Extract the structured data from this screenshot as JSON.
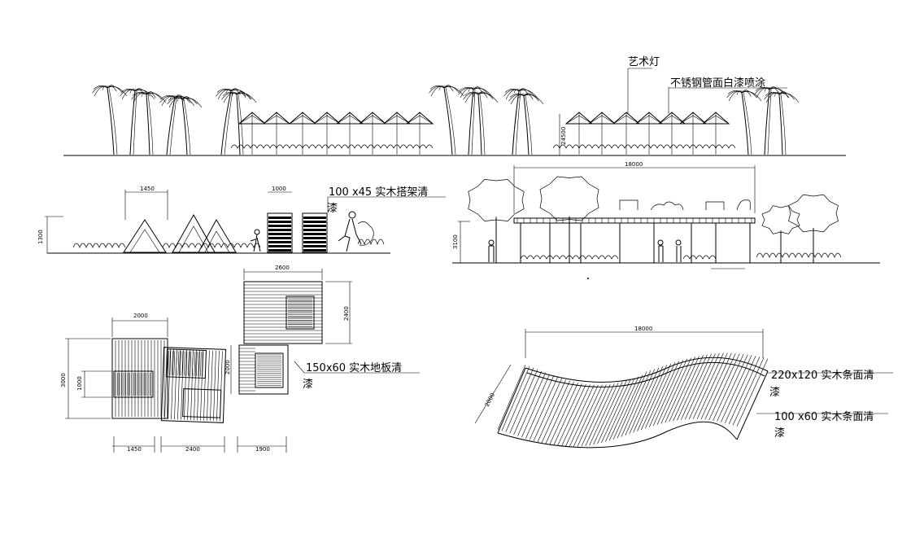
{
  "annotations": {
    "art_lamp": "艺术灯",
    "steel_pipe": "不锈钢管面白漆喷涂",
    "wood_frame_a": "100 x45 实木搭架清",
    "wood_frame_b": "漆",
    "floor_board_a": "150x60  实木地板清",
    "floor_board_b": "漆",
    "bench_top_a": "220x120  实木条面清",
    "bench_top_b": "漆",
    "bench_slat_a": "100 x60 实木条面清",
    "bench_slat_b": "漆"
  },
  "dimensions": {
    "elev_height_main": "24500",
    "tent_width": "1450",
    "tent_height": "1300",
    "box_width": "1000",
    "pergola_width": "18000",
    "pergola_height": "3100",
    "deck_top_width": "2600",
    "deck_top_height": "2400",
    "deck_side_height": "2000",
    "deck_left_width": "2000",
    "deck_left_height": "3000",
    "deck_left_inner": "1000",
    "bottom_dim_1": "1450",
    "bottom_dim_2": "2400",
    "bottom_dim_3": "1900",
    "bench_width": "18000",
    "bench_depth": "2000"
  }
}
